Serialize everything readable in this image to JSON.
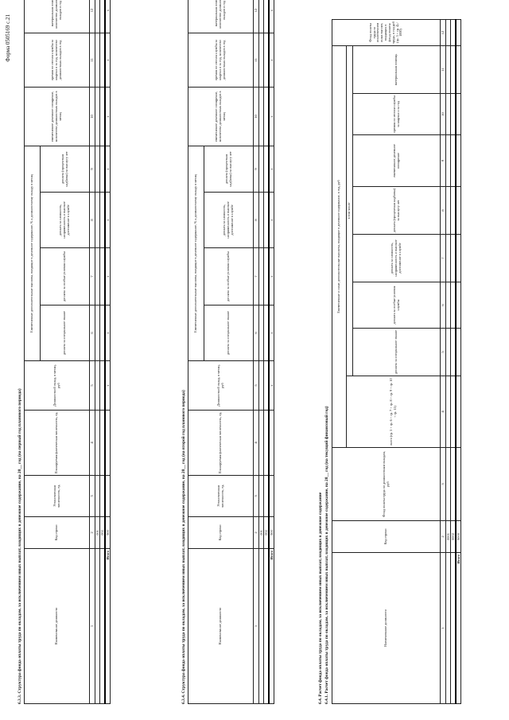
{
  "form_label": "Форма 0505169 с.21",
  "t1": {
    "title": "6.3.3. Структура фонда оплаты труда по окладам, за исключением иных выплат, входящих в денежное содержание, на 20__ год (на первый год планового периода)",
    "h_name": "Наименование должности",
    "h_code": "Код строки",
    "h_staff": "Установленная численность, ед.",
    "h_actual": "Планируемая фактическая численность, ед.",
    "h_salary": "Должностной оклад, в месяц, руб",
    "h_monthly_group": "Ежемесячные дополнительные выплаты, входящие в денежное содержание, % к должностному окладу в месяц",
    "h_c6": "доплата за специальное звание",
    "h_c7": "доплата за особые условия службы",
    "h_c8": "доплата за сложность, напряженность и высокое достижение в службе",
    "h_c9": "доплата (процентная надбавка) за выслугу лет",
    "h_c10": "ежемесячное денежное поощрение, количество должностных окладов в месяц",
    "h_c11": "премия по итогам службы за квартал и за год, количество должностных окладов в год",
    "h_c12": "материальная помощь, количество должностных окладов в год",
    "nums": [
      "1",
      "2",
      "3",
      "4",
      "5",
      "6",
      "7",
      "8",
      "9",
      "10",
      "11",
      "12"
    ],
    "rows": [
      {
        "code": "001",
        "cells": [
          "",
          "",
          "",
          "",
          "",
          "",
          "",
          "",
          "",
          "",
          ""
        ]
      },
      {
        "code": "002",
        "cells": [
          "",
          "",
          "",
          "",
          "",
          "",
          "",
          "",
          "",
          "",
          ""
        ]
      }
    ],
    "total_label": "Итого",
    "total_code": "900",
    "total_cells": [
      "",
      "",
      "x",
      "x",
      "x",
      "x",
      "x",
      "x",
      "x",
      "x",
      "x"
    ]
  },
  "t2": {
    "title": "6.3.4. Структура фонда оплаты труда по окладам, за исключением иных выплат, входящих в денежное содержание, на 20__ год (на второй год планового периода)",
    "h_name": "Наименование должности",
    "h_code": "Код строки",
    "h_staff": "Установленная численность, ед.",
    "h_actual": "Планируемая фактическая численность, ед.",
    "h_salary": "Должностной оклад, в месяц, руб",
    "h_monthly_group": "Ежемесячные дополнительные выплаты, входящие в денежное содержание, % к должностному окладу в месяц",
    "h_c6": "доплата за специальное звание",
    "h_c7": "доплата за особые условия службы",
    "h_c8": "доплата за сложность, напряженность и высокое достижение в службе",
    "h_c9": "доплата (процентная надбавка) за выслугу лет",
    "h_c10": "ежемесячное денежное поощрение, количество должностных окладов в месяц",
    "h_c11": "премия по итогам службы за квартал и за год, количество должностных окладов в год",
    "h_c12": "материальная помощь, количество должностных окладов в год",
    "nums": [
      "1",
      "2",
      "3",
      "4",
      "5",
      "6",
      "7",
      "8",
      "9",
      "10",
      "11",
      "12"
    ],
    "rows": [
      {
        "code": "001",
        "cells": [
          "",
          "",
          "",
          "",
          "",
          "",
          "",
          "",
          "",
          "",
          ""
        ]
      },
      {
        "code": "002",
        "cells": [
          "",
          "",
          "",
          "",
          "",
          "",
          "",
          "",
          "",
          "",
          ""
        ]
      }
    ],
    "total_label": "Итого",
    "total_code": "900",
    "total_cells": [
      "",
      "",
      "x",
      "x",
      "x",
      "x",
      "x",
      "x",
      "x",
      "x",
      "x"
    ]
  },
  "t3": {
    "title_a": "6.4. Расчет фонда оплаты труда по окладам, за исключением иных выплат, входящих в денежное содержание",
    "title_b": "6.4.1. Расчет фонда оплаты труда по окладам, за исключением иных выплат, входящих в денежное содержание, на 20__ год (на текущий финансовый год)",
    "h_name": "Наименование должности",
    "h_code": "Код строки",
    "h_fund": "Фонд оплаты труда по должностным окладам, руб",
    "h_group": "Ежемесячные и иные дополнительные выплаты, входящие в денежное содержание, в год, руб",
    "h_total": "всего (гр. 5 + гр. 6 + гр. 7 + гр. 8 + гр. 9 + гр. 10 + гр. 11)",
    "h_inc": "в том числе",
    "h_c5": "доплата за специальное звание",
    "h_c6": "доплата за особые условия службы",
    "h_c7": "доплата за сложность, напряженность и высокое достижение в службе",
    "h_c8": "доплата (процентная надбавка) за выслугу лет",
    "h_c9": "ежемесячное денежное поощрение",
    "h_c10": "премия по итогам службы за квартал и за год",
    "h_c11": "материальная помощь",
    "h_c12": "Фонд оплаты труда за исключением иных выплат, входящих в фонд оплаты труда, в год руб (гр. 3 + гр. 4) / 1000)",
    "nums": [
      "1",
      "2",
      "3",
      "4",
      "5",
      "6",
      "7",
      "8",
      "9",
      "10",
      "11",
      "12"
    ],
    "rows": [
      {
        "code": "0001",
        "cells": [
          "",
          "",
          "",
          "",
          "",
          "",
          "",
          "",
          "",
          "",
          ""
        ]
      },
      {
        "code": "0002",
        "cells": [
          "",
          "",
          "",
          "",
          "",
          "",
          "",
          "",
          "",
          "",
          ""
        ]
      }
    ],
    "total_label": "Итого",
    "total_code": "9000",
    "total_cells": [
      "",
      "",
      "",
      "",
      "",
      "",
      "",
      "",
      "",
      "",
      ""
    ]
  }
}
